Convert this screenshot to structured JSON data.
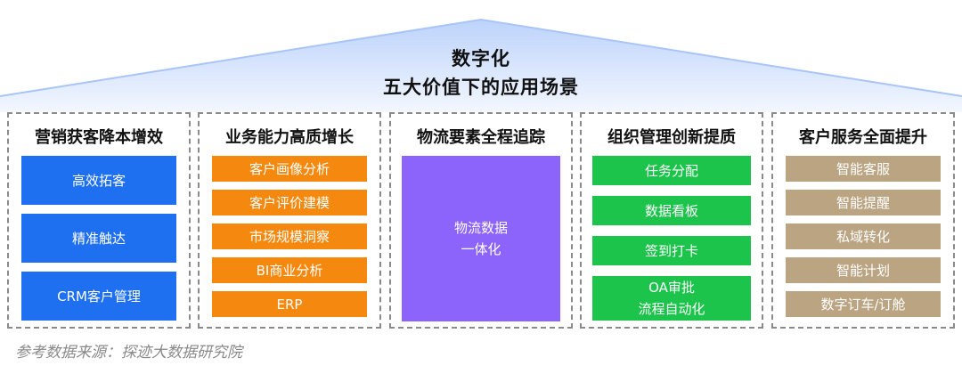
{
  "header": {
    "title_line1": "数字化",
    "title_line2": "五大价值下的应用场景"
  },
  "columns": [
    {
      "title": "营销获客降本增效",
      "color": "#1f70f0",
      "items": [
        [
          "高效拓客"
        ],
        [
          "精准触达"
        ],
        [
          "CRM客户管理"
        ]
      ]
    },
    {
      "title": "业务能力高质增长",
      "color": "#f5880e",
      "items": [
        [
          "客户画像分析"
        ],
        [
          "客户评价建模"
        ],
        [
          "市场规模洞察"
        ],
        [
          "BI商业分析"
        ],
        [
          "ERP"
        ]
      ]
    },
    {
      "title": "物流要素全程追踪",
      "color": "#8c64fb",
      "items": [
        [
          "物流数据",
          "一体化"
        ]
      ]
    },
    {
      "title": "组织管理创新提质",
      "color": "#1cc44c",
      "items": [
        [
          "任务分配"
        ],
        [
          "数据看板"
        ],
        [
          "签到打卡"
        ],
        [
          "OA审批",
          "流程自动化"
        ]
      ]
    },
    {
      "title": "客户服务全面提升",
      "color": "#bba482",
      "items": [
        [
          "智能客服"
        ],
        [
          "智能提醒"
        ],
        [
          "私域转化"
        ],
        [
          "智能计划"
        ],
        [
          "数字订车/订舱"
        ]
      ]
    }
  ],
  "footer": {
    "source": "参考数据来源：探迹大数据研究院"
  }
}
